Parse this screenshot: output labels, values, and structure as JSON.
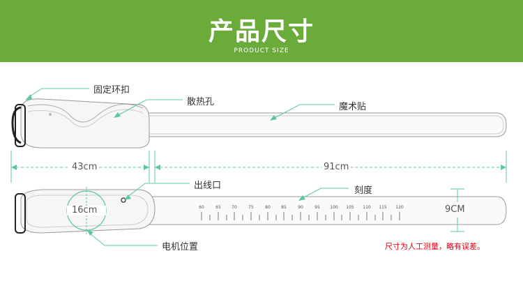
{
  "banner": {
    "title": "产品尺寸",
    "subtitle": "PRODUCT SIZE",
    "color": "#6bab3a"
  },
  "callouts": {
    "fixing_buckle": "固定环扣",
    "vent_holes": "散热孔",
    "velcro": "魔术贴",
    "cable_outlet": "出线口",
    "scale": "刻度",
    "motor_position": "电机位置"
  },
  "dimensions": {
    "main_length": "43cm",
    "strap_length": "91cm",
    "motor_diameter": "16cm",
    "strap_width": "9CM"
  },
  "scale_ticks": [
    "60",
    "65",
    "70",
    "75",
    "80",
    "85",
    "90",
    "95",
    "100",
    "105",
    "110",
    "115",
    "120"
  ],
  "note": "尺寸为人工测量，略有误差。",
  "accent_color": "#5cc5a8",
  "note_color": "#e60012"
}
